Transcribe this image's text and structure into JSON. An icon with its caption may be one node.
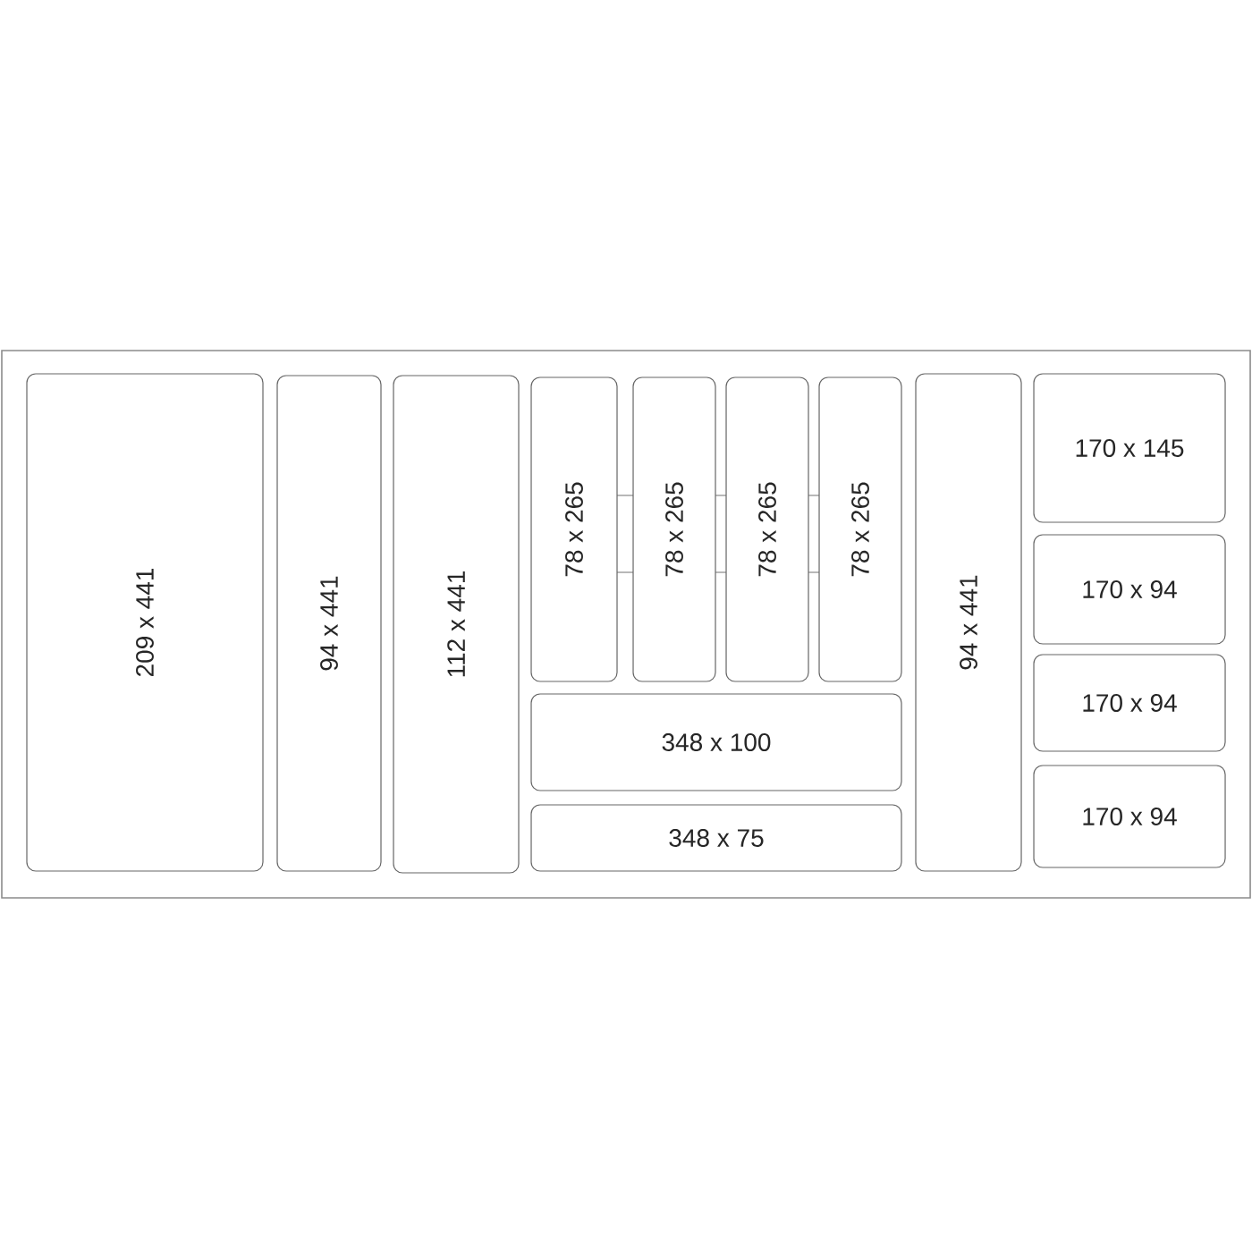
{
  "diagram": {
    "nodes": [
      {
        "text": [
          "209 x 441"
        ]
      },
      {
        "text": [
          "94 x 441"
        ]
      },
      {
        "text": [
          "112 x 441"
        ]
      },
      {
        "text": [
          "78 x 265"
        ]
      },
      {
        "text": [
          "78 x 265"
        ]
      },
      {
        "text": [
          "78 x 265"
        ]
      },
      {
        "text": [
          "78 x 265"
        ]
      },
      {
        "text": [
          "348 x 100"
        ]
      },
      {
        "text": [
          "348 x 75"
        ]
      },
      {
        "text": [
          "94 x 441"
        ]
      },
      {
        "text": [
          "170 x 145"
        ]
      },
      {
        "text": [
          "170 x 94"
        ]
      },
      {
        "text": [
          "170 x 94"
        ]
      },
      {
        "text": [
          "170 x 94"
        ]
      }
    ]
  }
}
